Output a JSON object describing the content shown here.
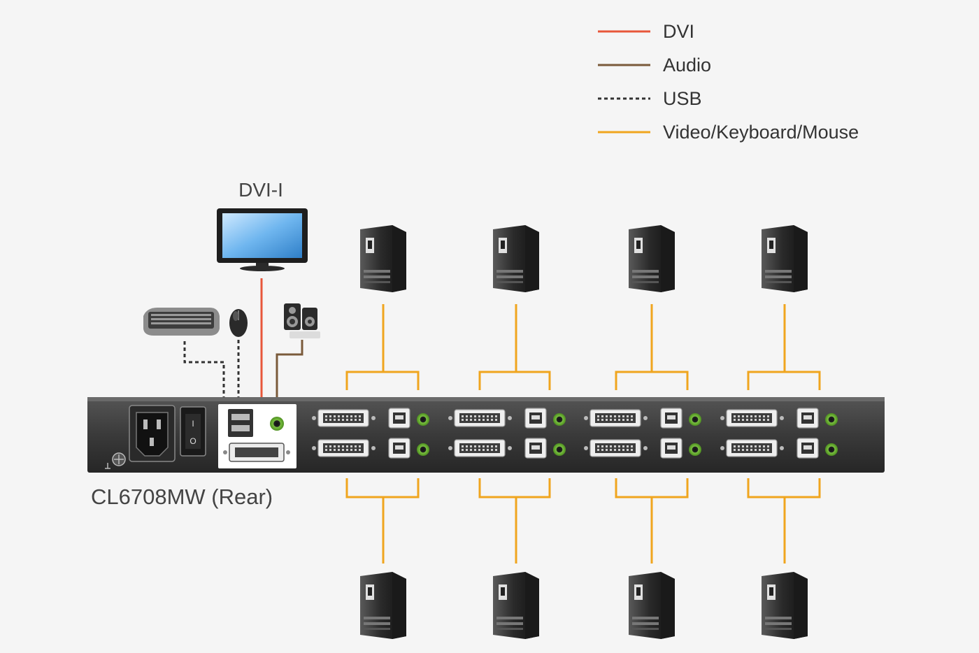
{
  "legend": [
    {
      "label": "DVI",
      "color": "#e8573a",
      "style": "solid",
      "icon": "dvi-line"
    },
    {
      "label": "Audio",
      "color": "#7a5a3a",
      "style": "solid",
      "icon": "audio-line"
    },
    {
      "label": "USB",
      "color": "#333333",
      "style": "dashed",
      "icon": "usb-line"
    },
    {
      "label": "Video/Keyboard/Mouse",
      "color": "#f0a51e",
      "style": "solid",
      "icon": "kvm-line"
    }
  ],
  "labels": {
    "monitor": "DVI-I",
    "device": "CL6708MW (Rear)"
  },
  "console_devices": [
    "monitor-icon",
    "keyboard-icon",
    "mouse-icon",
    "speakers-icon"
  ],
  "computers": {
    "top_count": 4,
    "bottom_count": 4,
    "icon": "computer-tower-icon"
  },
  "panel": {
    "power_icon": "ac-power-socket-icon",
    "switch_icon": "power-switch-icon",
    "ground_icon": "ground-screw-icon",
    "kvm_port_groups": 8
  },
  "colors": {
    "background": "#f5f5f5",
    "panel": "#3a3a3a",
    "dvi": "#e8573a",
    "audio": "#7a5a3a",
    "usb": "#333333",
    "kvm": "#f0a51e"
  }
}
